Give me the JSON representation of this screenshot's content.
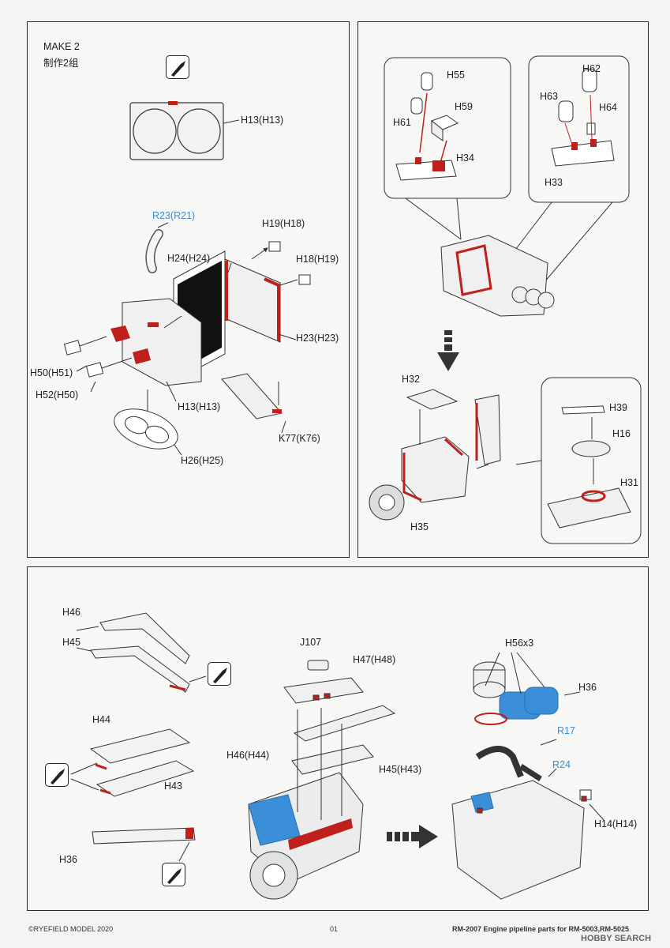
{
  "panel1": {
    "title": "MAKE 2",
    "subtitle": "制作2组",
    "labels": {
      "h13_top": "H13(H13)",
      "r23": "R23(R21)",
      "h19": "H19(H18)",
      "h24": "H24(H24)",
      "h18": "H18(H19)",
      "h23": "H23(H23)",
      "h50": "H50(H51)",
      "h52": "H52(H50)",
      "h13_bot": "H13(H13)",
      "k77": "K77(K76)",
      "h26": "H26(H25)"
    }
  },
  "panel2": {
    "labels": {
      "h55": "H55",
      "h59": "H59",
      "h61": "H61",
      "h34": "H34",
      "h62": "H62",
      "h63": "H63",
      "h64": "H64",
      "h33": "H33",
      "h32": "H32",
      "h39": "H39",
      "h16": "H16",
      "h31": "H31",
      "h35": "H35"
    }
  },
  "panel3": {
    "labels": {
      "h46": "H46",
      "h45": "H45",
      "j107": "J107",
      "h47": "H47(H48)",
      "h56": "H56x3",
      "h36_r": "H36",
      "r17": "R17",
      "r24": "R24",
      "h44": "H44",
      "h46b": "H46(H44)",
      "h45b": "H45(H43)",
      "h43": "H43",
      "h14": "H14(H14)",
      "h36_l": "H36"
    }
  },
  "footer": {
    "copyright": "©RYEFIELD MODEL 2020",
    "page": "01",
    "product": "RM-2007 Engine pipeline parts for RM-5003,RM-5025",
    "watermark": "HOBBY SEARCH"
  },
  "colors": {
    "red": "#c0201c",
    "blue": "#3a8fd8",
    "line": "#222222"
  },
  "icons": [
    "hobby-knife-icon",
    "down-arrow-icon",
    "right-arrow-icon"
  ]
}
